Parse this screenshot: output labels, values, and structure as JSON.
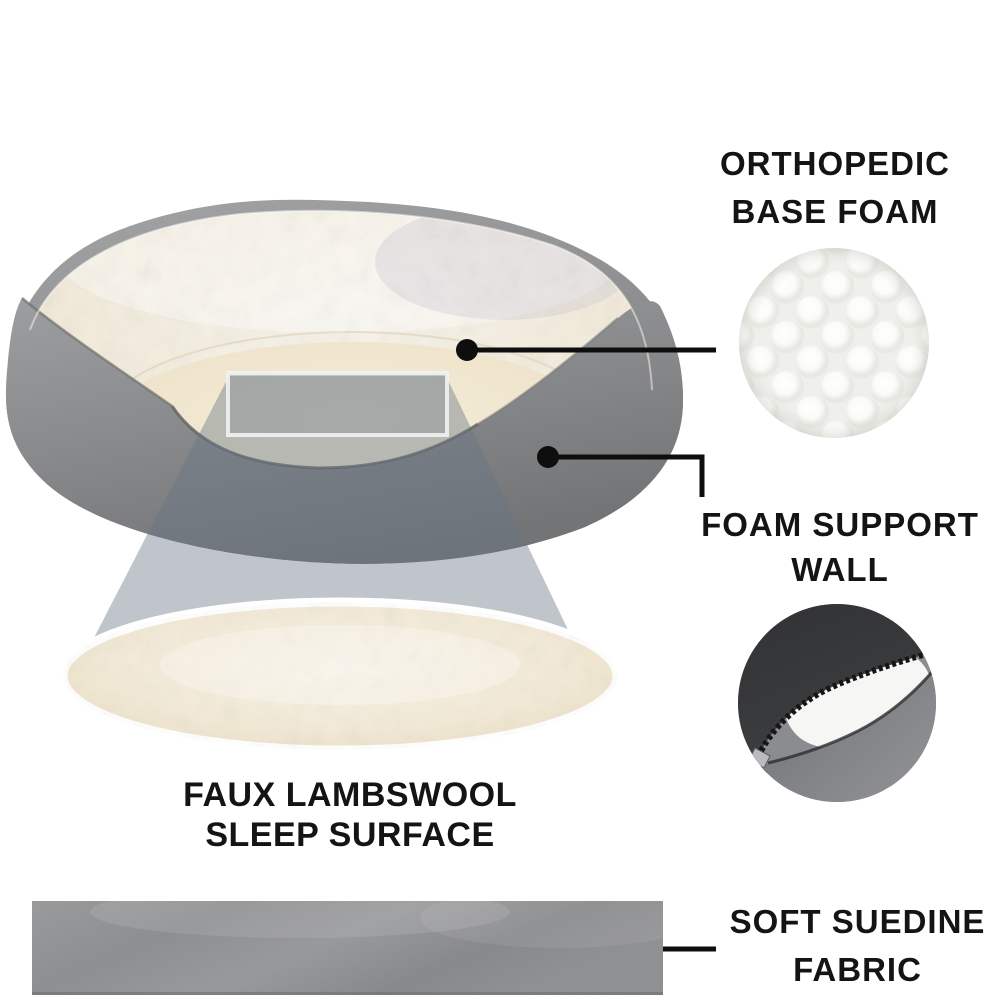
{
  "infographic": {
    "background_color": "#ffffff",
    "callouts": [
      {
        "id": "orthopedic-base-foam",
        "lines": [
          "ORTHOPEDIC",
          "BASE FOAM"
        ],
        "marker": "dot",
        "swatch": "egg-crate-foam-photo"
      },
      {
        "id": "foam-support-wall",
        "lines": [
          "FOAM SUPPORT",
          "WALL"
        ],
        "marker": "dot-with-elbow-line",
        "swatch": "zipper-foam-wall-photo"
      },
      {
        "id": "faux-lambswool-sleep-surface",
        "lines": [
          "FAUX LAMBSWOOL",
          "SLEEP SURFACE"
        ],
        "marker": "magnifier-cone",
        "swatch": "lambswool-surface-ellipse"
      },
      {
        "id": "soft-suedine-fabric",
        "lines": [
          "SOFT SUEDINE",
          "FABRIC"
        ],
        "marker": "dot",
        "swatch": "suedine-fabric-strip"
      }
    ],
    "colors": {
      "label_text": "#141414",
      "callout_line": "#0e0e0e",
      "bed_outer_gray": "#8f9092",
      "fleece_cream": "#f2e9d8",
      "overlay_gray_blue": "#b9c0c7",
      "foam_white": "#f4f4f0",
      "zipper_flap_dark": "#333436",
      "suedine_gray": "#909193",
      "background": "#ffffff"
    }
  }
}
